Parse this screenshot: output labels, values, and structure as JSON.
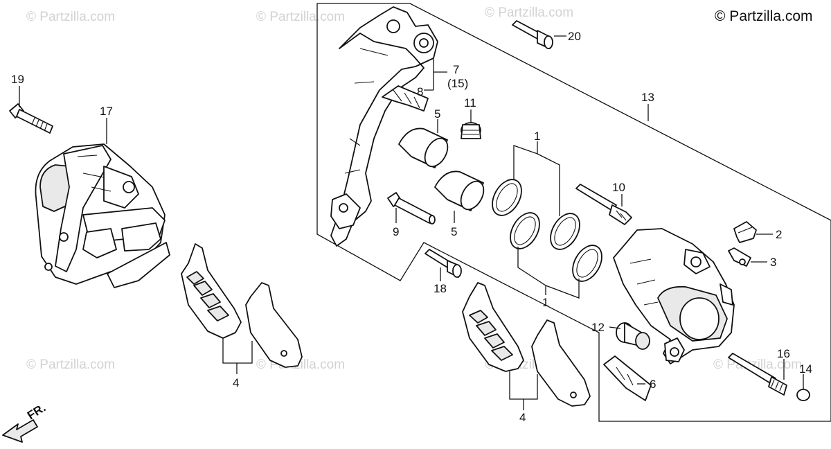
{
  "copyright": "© Partzilla.com",
  "watermark_text": "© Partzilla.com",
  "direction_label": "FR.",
  "callouts": {
    "c1a": "1",
    "c1b": "1",
    "c2": "2",
    "c3": "3",
    "c4a": "4",
    "c4b": "4",
    "c5a": "5",
    "c5b": "5",
    "c6": "6",
    "c7": "7",
    "c7sub": "(15)",
    "c8": "8",
    "c9": "9",
    "c10": "10",
    "c11": "11",
    "c12": "12",
    "c13": "13",
    "c14": "14",
    "c16": "16",
    "c17": "17",
    "c18": "18",
    "c19": "19",
    "c20": "20"
  },
  "colors": {
    "line": "#111111",
    "watermark": "#d2d2d2",
    "background": "#ffffff"
  }
}
